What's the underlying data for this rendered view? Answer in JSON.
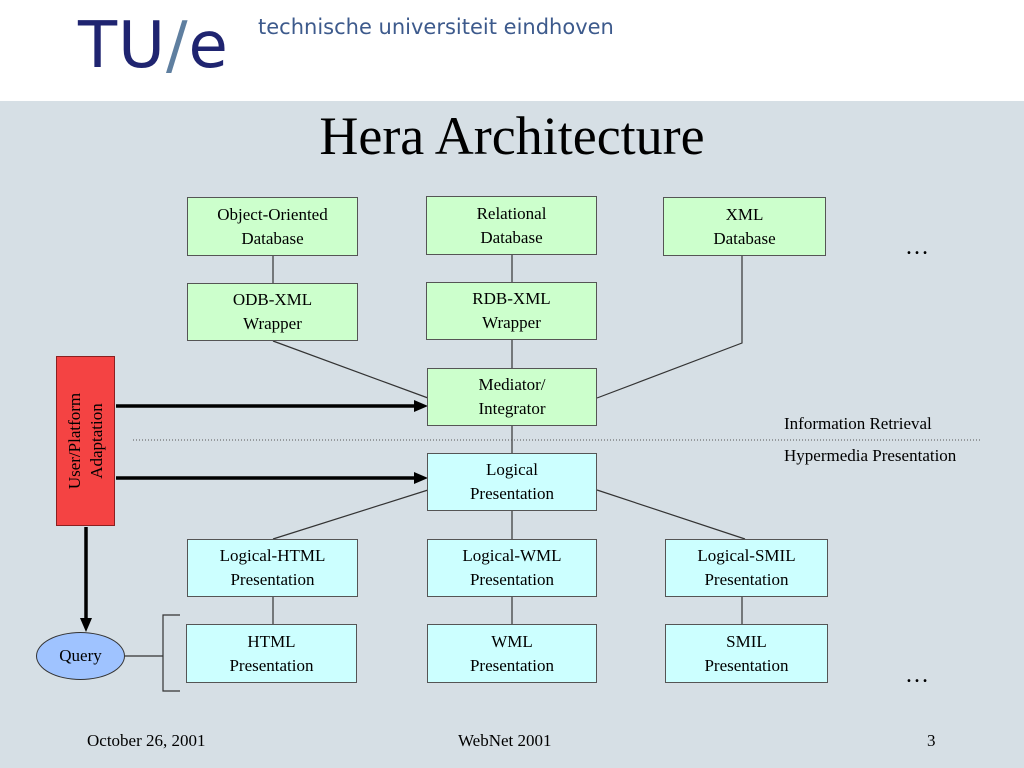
{
  "header": {
    "logo_main": "TU",
    "logo_slash": "/",
    "logo_e": "e",
    "university": "technische universiteit eindhoven"
  },
  "slide": {
    "title": "Hera Architecture"
  },
  "diagram": {
    "sources": {
      "oodb": "Object-Oriented\nDatabase",
      "rdb": "Relational\nDatabase",
      "xmldb": "XML\nDatabase"
    },
    "wrappers": {
      "odb": "ODB-XML\nWrapper",
      "rdb": "RDB-XML\nWrapper"
    },
    "mediator": "Mediator/\nIntegrator",
    "logical": "Logical\nPresentation",
    "logical_formats": {
      "html": "Logical-HTML\nPresentation",
      "wml": "Logical-WML\nPresentation",
      "smil": "Logical-SMIL\nPresentation"
    },
    "presentations": {
      "html": "HTML\nPresentation",
      "wml": "WML\nPresentation",
      "smil": "SMIL\nPresentation"
    },
    "adaptation": "User/Platform\nAdaptation",
    "query": "Query",
    "layer_top": "Information Retrieval",
    "layer_bottom": "Hypermedia Presentation",
    "ellipsis_top": "…",
    "ellipsis_bottom": "…"
  },
  "footer": {
    "date": "October 26, 2001",
    "event": "WebNet 2001",
    "page": "3"
  },
  "colors": {
    "green_box": "#ccffcc",
    "cyan_box": "#ccffff",
    "adaptation": "#f44343",
    "query": "#9fc3ff",
    "background": "#d6dfe5"
  }
}
